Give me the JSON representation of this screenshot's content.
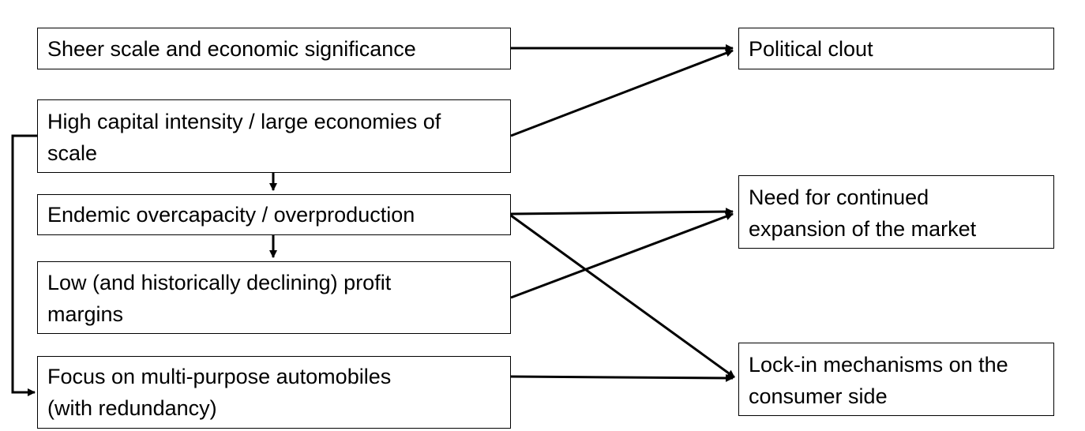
{
  "diagram": {
    "causes": [
      {
        "lines": [
          "Sheer scale and economic significance"
        ]
      },
      {
        "lines": [
          "High capital intensity / large economies of",
          "scale"
        ]
      },
      {
        "lines": [
          "Endemic overcapacity / overproduction"
        ]
      },
      {
        "lines": [
          "Low (and historically declining) profit",
          "margins"
        ]
      },
      {
        "lines": [
          "Focus  on multi-purpose automobiles",
          "(with redundancy)"
        ]
      }
    ],
    "effects": [
      {
        "lines": [
          "Political clout"
        ]
      },
      {
        "lines": [
          "Need for continued",
          "expansion of the market"
        ]
      },
      {
        "lines": [
          "Lock-in mechanisms on the",
          "consumer side"
        ]
      }
    ]
  }
}
